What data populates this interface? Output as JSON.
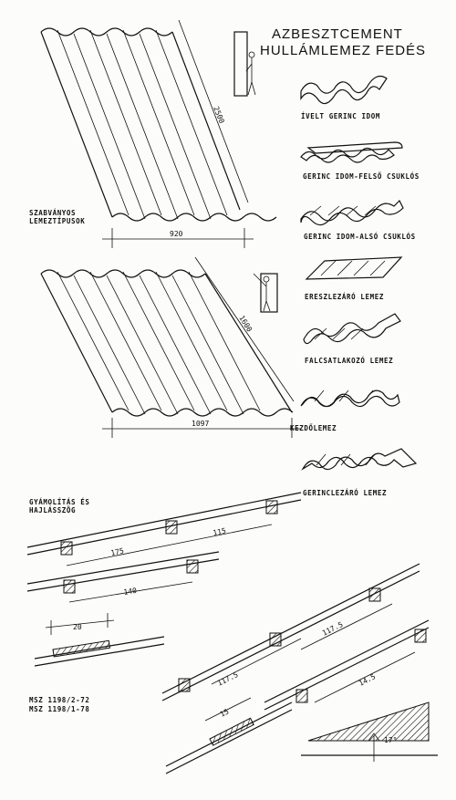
{
  "title": {
    "line1": "AZBESZTCEMENT",
    "line2": "HULLÁMLEMEZ FEDÉS"
  },
  "section_labels": {
    "sheet_types": [
      "SZABVÁNYOS",
      "LEMEZTÍPUSOK"
    ],
    "support": [
      "GYÁMOLÍTÁS  ÉS",
      "HAJLÁSSZÖG"
    ],
    "standards": [
      "MSZ  1198/2-72",
      "MSZ  1198/1-78"
    ]
  },
  "sheet_dimensions": {
    "top_length": "2500",
    "top_width": "920",
    "bottom_length": "1600",
    "bottom_width": "1097"
  },
  "profiles": [
    "ÍVELT GERINC IDOM",
    "GERINC IDOM-FELSŐ CSUKLÓS",
    "GERINC IDOM-ALSÓ CSUKLÓS",
    "ERESZLEZÁRÓ  LEMEZ",
    "FALCSATLAKOZÓ LEMEZ",
    "KEZDŐLEMEZ",
    "GERINCLEZÁRÓ LEMEZ"
  ],
  "support_dimensions": {
    "upper_a": "175",
    "upper_b": "115",
    "middle": "140",
    "small_detail": "20",
    "steep_a": "117.5",
    "steep_b": "117.5",
    "steep_c": "14.5",
    "steep_detail": "15",
    "angle": "17°"
  }
}
